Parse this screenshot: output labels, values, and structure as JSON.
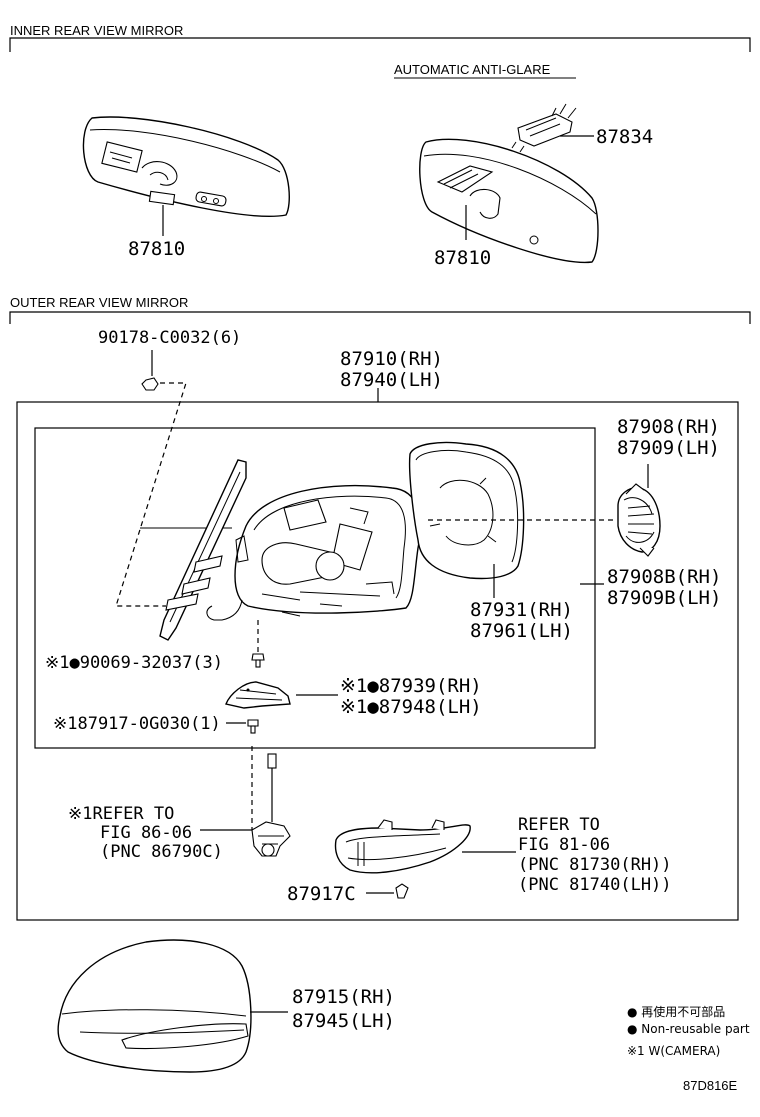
{
  "sections": {
    "inner": "INNER REAR VIEW MIRROR",
    "outer": "OUTER REAR VIEW MIRROR",
    "anti_glare": "AUTOMATIC ANTI-GLARE"
  },
  "parts": {
    "p87810_a": "87810",
    "p87810_b": "87810",
    "p87834": "87834",
    "p90178": "90178-C0032(6)",
    "p87910": "87910(RH)",
    "p87940": "87940(LH)",
    "p87908": "87908(RH)",
    "p87909": "87909(LH)",
    "p87908b": "87908B(RH)",
    "p87909b": "87909B(LH)",
    "p87931": "87931(RH)",
    "p87961": "87961(LH)",
    "p90069": "※1●90069-32037(3)",
    "p87939": "※1●87939(RH)",
    "p87948": "※1●87948(LH)",
    "p87917_0g": "※187917-0G030(1)",
    "p87917c": "87917C",
    "p87915": "87915(RH)",
    "p87945": "87945(LH)"
  },
  "refs": {
    "camera": [
      "※1REFER TO",
      "FIG 86-06",
      "(PNC 86790C)"
    ],
    "turn": [
      "REFER TO",
      "FIG 81-06",
      "(PNC 81730(RH))",
      "(PNC 81740(LH))"
    ]
  },
  "legend": {
    "jp": "● 再使用不可部品",
    "en": "● Non-reusable part",
    "camera": "※1 W(CAMERA)"
  },
  "figure_id": "87D816E"
}
